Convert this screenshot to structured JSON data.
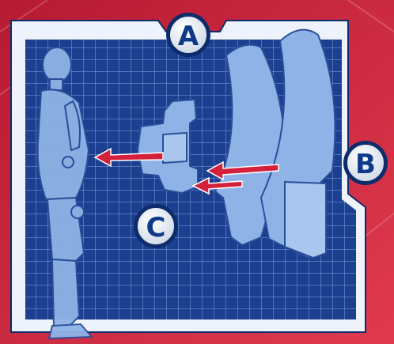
{
  "labels": {
    "a": "A",
    "b": "B",
    "c": "C"
  },
  "colors": {
    "background_red": "#c8203a",
    "grid_blue": "#1d3f8f",
    "grid_line": "#7fa6e0",
    "frame_white": "#eef3fb",
    "part_fill": "#8fb3e6",
    "arrow_red": "#d4203a"
  }
}
